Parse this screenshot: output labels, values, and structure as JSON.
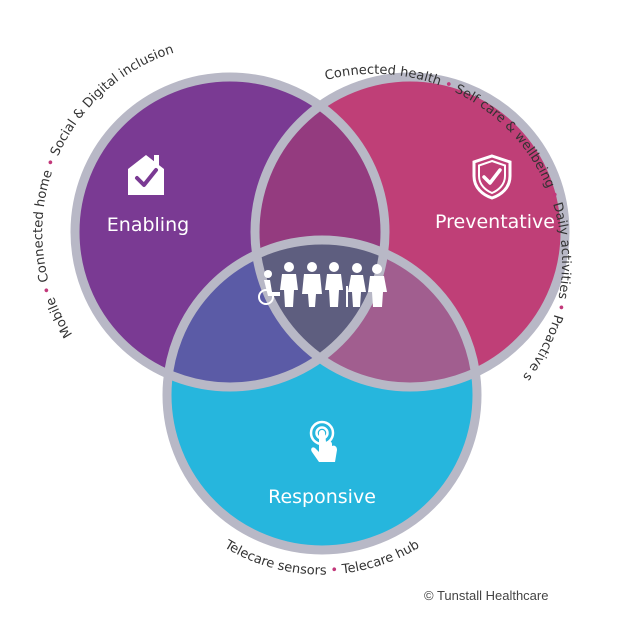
{
  "circles": {
    "enabling": {
      "label": "Enabling",
      "color": "#7a3a93",
      "icon": "house-check-icon"
    },
    "preventative": {
      "label": "Preventative",
      "color": "#bf3f77",
      "icon": "shield-check-icon"
    },
    "responsive": {
      "label": "Responsive",
      "color": "#26b6dd",
      "icon": "touch-hand-icon"
    }
  },
  "center": {
    "icon": "people-group-icon",
    "color": "#5e5e7f"
  },
  "arcs": {
    "enabling": [
      "Mobile",
      "Connected home",
      "Social & Digital inclusion"
    ],
    "preventative": [
      "Connected health",
      "Self care & wellbeing",
      "Daily activities",
      "Proactive services"
    ],
    "responsive": [
      "Telecare sensors",
      "Telecare hub"
    ]
  },
  "separator": "•",
  "separator_color": "#c2387a",
  "credit": "© Tunstall Healthcare"
}
